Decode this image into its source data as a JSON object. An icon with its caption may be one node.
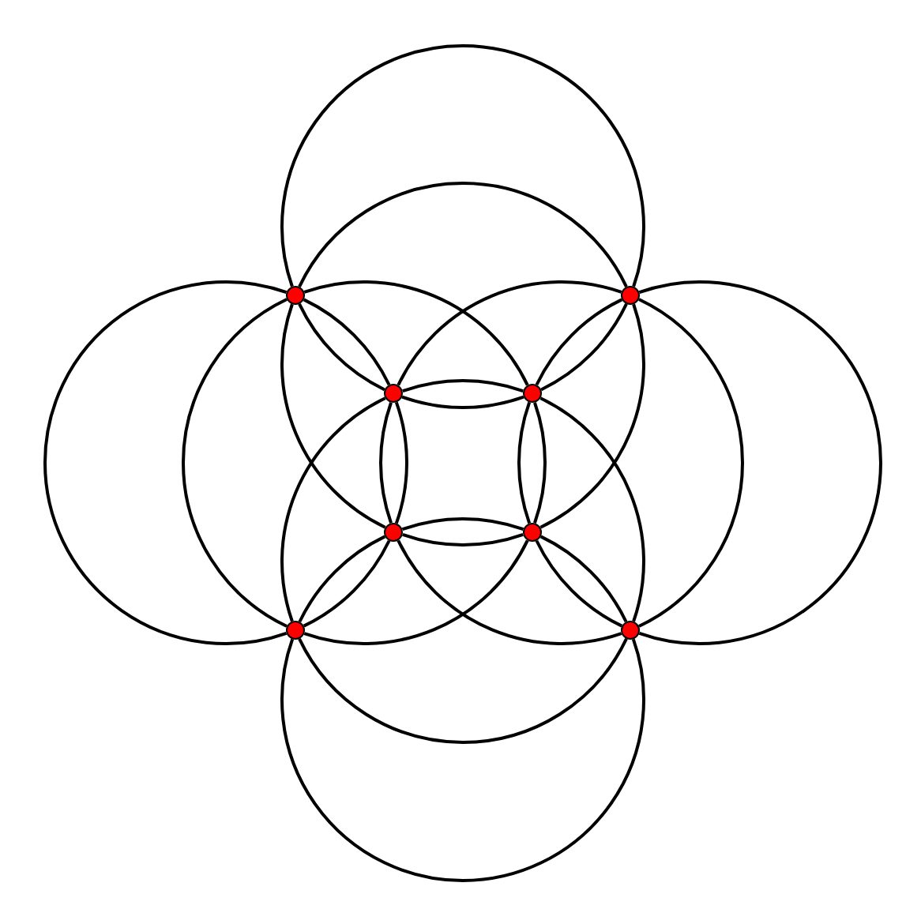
{
  "diagram": {
    "nodes": [
      {
        "text": [],
        "shape": "circle"
      },
      {
        "text": [],
        "shape": "circle"
      },
      {
        "text": [],
        "shape": "circle"
      },
      {
        "text": [],
        "shape": "circle"
      },
      {
        "text": [],
        "shape": "circle"
      },
      {
        "text": [],
        "shape": "circle"
      },
      {
        "text": [],
        "shape": "circle"
      },
      {
        "text": [],
        "shape": "circle"
      }
    ],
    "edges": [
      {
        "from": 1,
        "to": 3,
        "arrow": "none"
      },
      {
        "from": 3,
        "to": 2,
        "arrow": "none"
      },
      {
        "from": 2,
        "to": 0,
        "arrow": "none"
      },
      {
        "from": 0,
        "to": 1,
        "arrow": "none"
      },
      {
        "from": 1,
        "to": 5,
        "arrow": "none"
      },
      {
        "from": 5,
        "to": 4,
        "arrow": "none"
      },
      {
        "from": 4,
        "to": 0,
        "arrow": "none"
      },
      {
        "from": 0,
        "to": 1,
        "arrow": "none"
      },
      {
        "from": 7,
        "to": 6,
        "arrow": "none"
      },
      {
        "from": 6,
        "to": 2,
        "arrow": "none"
      },
      {
        "from": 2,
        "to": 3,
        "arrow": "none"
      },
      {
        "from": 3,
        "to": 7,
        "arrow": "none"
      },
      {
        "from": 6,
        "to": 7,
        "arrow": "none"
      },
      {
        "from": 7,
        "to": 5,
        "arrow": "none"
      },
      {
        "from": 5,
        "to": 4,
        "arrow": "none"
      },
      {
        "from": 4,
        "to": 6,
        "arrow": "none"
      },
      {
        "from": 0,
        "to": 2,
        "arrow": "none"
      },
      {
        "from": 2,
        "to": 4,
        "arrow": "none"
      },
      {
        "from": 4,
        "to": 6,
        "arrow": "none"
      },
      {
        "from": 6,
        "to": 0,
        "arrow": "none"
      },
      {
        "from": 0,
        "to": 3,
        "arrow": "none"
      },
      {
        "from": 3,
        "to": 5,
        "arrow": "none"
      },
      {
        "from": 5,
        "to": 6,
        "arrow": "none"
      },
      {
        "from": 6,
        "to": 0,
        "arrow": "none"
      },
      {
        "from": 1,
        "to": 2,
        "arrow": "none"
      },
      {
        "from": 2,
        "to": 4,
        "arrow": "none"
      },
      {
        "from": 4,
        "to": 7,
        "arrow": "none"
      },
      {
        "from": 7,
        "to": 1,
        "arrow": "none"
      },
      {
        "from": 1,
        "to": 3,
        "arrow": "none"
      },
      {
        "from": 3,
        "to": 5,
        "arrow": "none"
      },
      {
        "from": 5,
        "to": 7,
        "arrow": "none"
      },
      {
        "from": 7,
        "to": 1,
        "arrow": "none"
      }
    ]
  }
}
